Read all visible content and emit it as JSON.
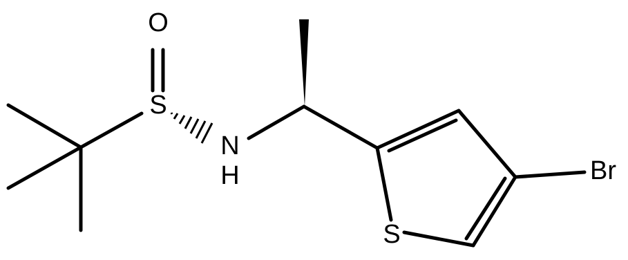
{
  "molecule": {
    "atoms": {
      "oxygen": "O",
      "sulfur_sulfinyl": "S",
      "nitrogen": "N",
      "nitrogen_h": "H",
      "sulfur_ring": "S",
      "bromine": "Br"
    }
  }
}
